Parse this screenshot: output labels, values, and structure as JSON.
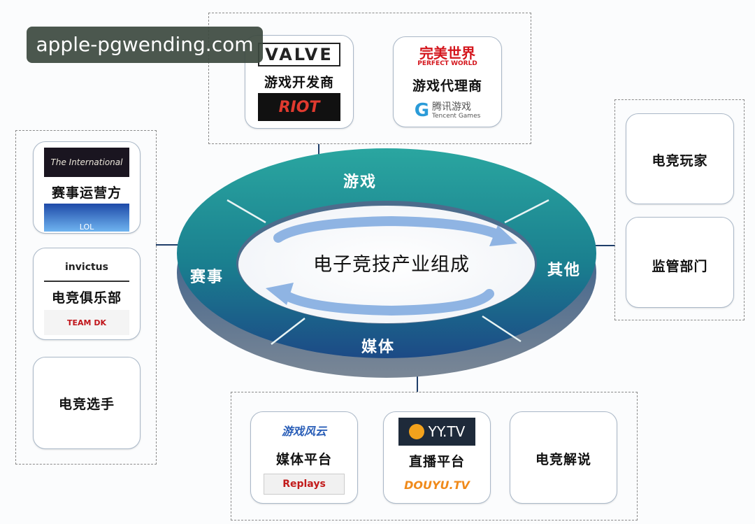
{
  "watermark": "apple-pgwending.com",
  "center_title": "电子竞技产业组成",
  "ring": {
    "game": "游戏",
    "esports": "赛事",
    "media": "媒体",
    "other": "其他"
  },
  "groups": {
    "game": {
      "developer": {
        "label": "游戏开发商",
        "logo_top": "VALVE",
        "logo_bottom": "RIOT"
      },
      "publisher": {
        "label": "游戏代理商",
        "logo_top_cn": "完美世界",
        "logo_top_en": "PERFECT WORLD",
        "logo_bottom_cn": "腾讯游戏",
        "logo_bottom_en": "Tencent Games"
      }
    },
    "esports": {
      "operator": {
        "label": "赛事运营方",
        "logo_top": "The International",
        "logo_bottom": "LOL"
      },
      "club": {
        "label": "电竞俱乐部",
        "logo_top": "invictus",
        "logo_bottom": "TEAM DK"
      },
      "player": {
        "label": "电竞选手"
      }
    },
    "other": {
      "players": {
        "label": "电竞玩家"
      },
      "regulator": {
        "label": "监管部门"
      }
    },
    "media": {
      "media_platform": {
        "label": "媒体平台",
        "logo_top": "游戏风云",
        "logo_bottom": "Replays"
      },
      "live_platform": {
        "label": "直播平台",
        "logo_top": "YY.TV",
        "logo_bottom": "DOUYU.TV"
      },
      "commentary": {
        "label": "电竞解说"
      }
    }
  },
  "colors": {
    "ring_teal": "#1b8f8e",
    "ring_blue": "#1c4e86",
    "arrow": "#8fb4e3"
  }
}
